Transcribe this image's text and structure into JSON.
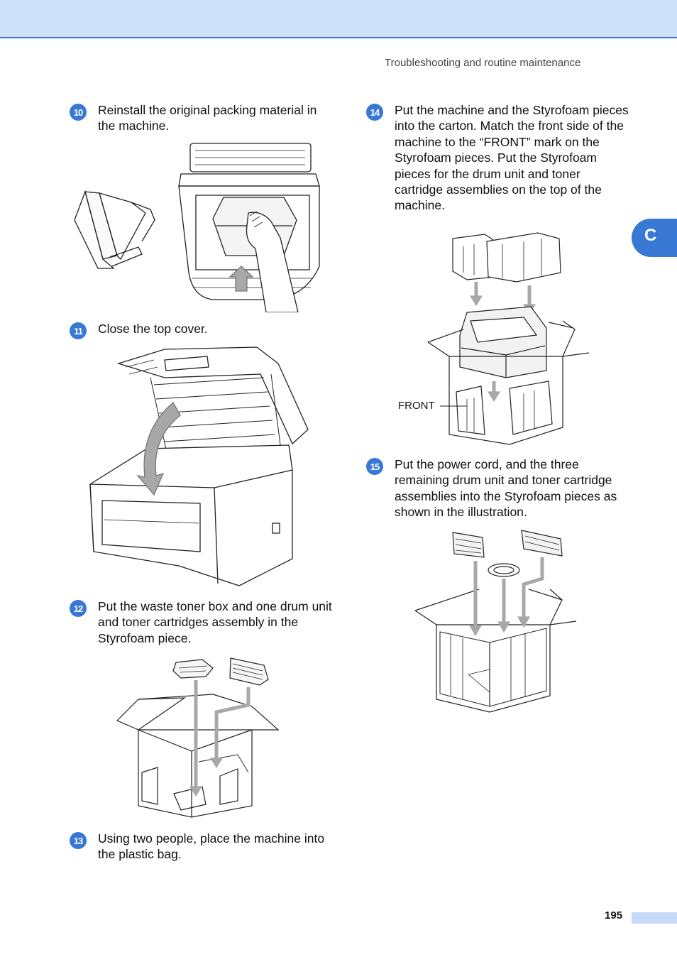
{
  "header": {
    "running_title": "Troubleshooting and routine maintenance"
  },
  "side_tab": {
    "label": "C"
  },
  "steps": [
    {
      "number": "10",
      "text": "Reinstall the original packing material in the machine."
    },
    {
      "number": "11",
      "text": "Close the top cover."
    },
    {
      "number": "12",
      "text": "Put the waste toner box and one drum unit and toner cartridges assembly in the Styrofoam piece."
    },
    {
      "number": "13",
      "text": "Using two people, place the machine into the plastic bag."
    },
    {
      "number": "14",
      "text": "Put the machine and the Styrofoam pieces into the carton. Match the front side of the machine to the “FRONT” mark on the Styrofoam pieces. Put the Styrofoam pieces for the drum unit and toner cartridge assemblies on the top of the machine."
    },
    {
      "number": "15",
      "text": "Put the power cord, and the three remaining drum unit and toner cartridge assemblies into the Styrofoam pieces as shown in the illustration."
    }
  ],
  "figures": {
    "front_label": "FRONT"
  },
  "footer": {
    "page_number": "195"
  },
  "colors": {
    "accent": "#3a78d6",
    "band": "#cfe0fb",
    "arrow_gray": "#a8a8a8"
  }
}
